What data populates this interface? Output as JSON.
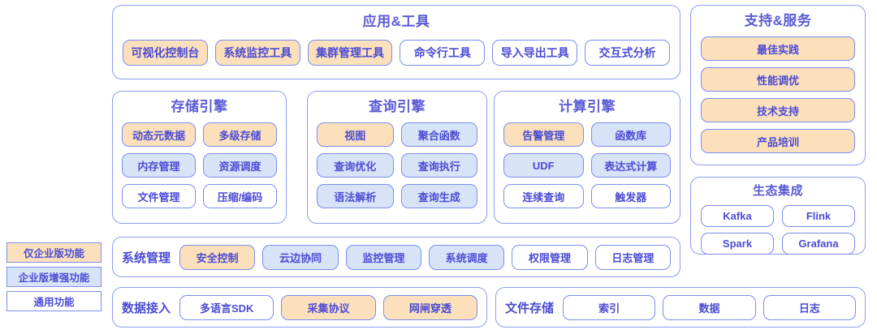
{
  "legend": {
    "items": [
      {
        "label": "仅企业版功能",
        "style": "orange"
      },
      {
        "label": "企业版增强功能",
        "style": "blue"
      },
      {
        "label": "通用功能",
        "style": "white"
      }
    ]
  },
  "apps": {
    "title": "应用&工具",
    "items": [
      {
        "label": "可视化控制台",
        "style": "orange"
      },
      {
        "label": "系统监控工具",
        "style": "orange"
      },
      {
        "label": "集群管理工具",
        "style": "orange"
      },
      {
        "label": "命令行工具",
        "style": "white"
      },
      {
        "label": "导入导出工具",
        "style": "white"
      },
      {
        "label": "交互式分析",
        "style": "white"
      }
    ]
  },
  "storage_engine": {
    "title": "存储引擎",
    "items": [
      {
        "label": "动态元数据",
        "style": "orange"
      },
      {
        "label": "多级存储",
        "style": "orange"
      },
      {
        "label": "内存管理",
        "style": "blue"
      },
      {
        "label": "资源调度",
        "style": "blue"
      },
      {
        "label": "文件管理",
        "style": "white"
      },
      {
        "label": "压缩/编码",
        "style": "white"
      }
    ]
  },
  "query_engine": {
    "title": "查询引擎",
    "items": [
      {
        "label": "视图",
        "style": "orange"
      },
      {
        "label": "聚合函数",
        "style": "blue"
      },
      {
        "label": "查询优化",
        "style": "blue"
      },
      {
        "label": "查询执行",
        "style": "blue"
      },
      {
        "label": "语法解析",
        "style": "blue"
      },
      {
        "label": "查询生成",
        "style": "blue"
      }
    ]
  },
  "compute_engine": {
    "title": "计算引擎",
    "items": [
      {
        "label": "告警管理",
        "style": "orange"
      },
      {
        "label": "函数库",
        "style": "blue"
      },
      {
        "label": "UDF",
        "style": "blue"
      },
      {
        "label": "表达式计算",
        "style": "blue"
      },
      {
        "label": "连续查询",
        "style": "white"
      },
      {
        "label": "触发器",
        "style": "white"
      }
    ]
  },
  "support": {
    "title": "支持&服务",
    "items": [
      {
        "label": "最佳实践",
        "style": "orange"
      },
      {
        "label": "性能调优",
        "style": "orange"
      },
      {
        "label": "技术支持",
        "style": "orange"
      },
      {
        "label": "产品培训",
        "style": "orange"
      }
    ]
  },
  "ecosystem": {
    "title": "生态集成",
    "items": [
      {
        "label": "Kafka",
        "style": "white"
      },
      {
        "label": "Flink",
        "style": "white"
      },
      {
        "label": "Spark",
        "style": "white"
      },
      {
        "label": "Grafana",
        "style": "white"
      }
    ]
  },
  "system_management": {
    "label": "系统管理",
    "items": [
      {
        "label": "安全控制",
        "style": "orange"
      },
      {
        "label": "云边协同",
        "style": "blue"
      },
      {
        "label": "监控管理",
        "style": "blue"
      },
      {
        "label": "系统调度",
        "style": "blue"
      },
      {
        "label": "权限管理",
        "style": "white"
      },
      {
        "label": "日志管理",
        "style": "white"
      }
    ]
  },
  "data_ingestion": {
    "label": "数据接入",
    "items": [
      {
        "label": "多语言SDK",
        "style": "white"
      },
      {
        "label": "采集协议",
        "style": "orange"
      },
      {
        "label": "网闸穿透",
        "style": "orange"
      }
    ]
  },
  "file_storage": {
    "label": "文件存储",
    "items": [
      {
        "label": "索引",
        "style": "white"
      },
      {
        "label": "数据",
        "style": "white"
      },
      {
        "label": "日志",
        "style": "white"
      }
    ]
  },
  "colors": {
    "enterprise_only": "#fbe0bb",
    "enterprise_enhanced": "#d7e4f8",
    "general": "#ffffff",
    "border": "#7b8cf0",
    "text": "#4b4bd4"
  }
}
